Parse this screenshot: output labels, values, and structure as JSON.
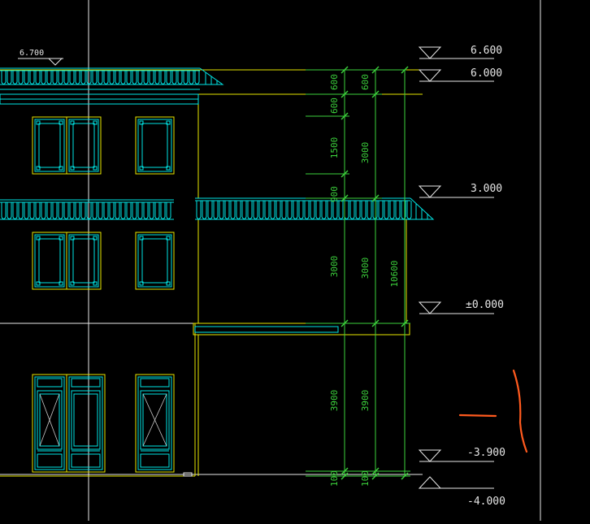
{
  "colors": {
    "background": "#000000",
    "line_white": "#e8e8e8",
    "line_yellow": "#e6e600",
    "line_green": "#3cd23c",
    "line_cyan": "#00e5e5",
    "line_orange": "#ff5a1e",
    "text_white": "#e6e6e6",
    "text_green": "#3cd23c",
    "text_yellow": "#e6e600"
  },
  "elevations": {
    "roof_top_left": "6.700",
    "ridge": "6.600",
    "eave_upper": "6.000",
    "eave_lower": "3.000",
    "ground": "±0.000",
    "basement_floor": "-3.900",
    "basement_bottom": "-4.000"
  },
  "dimensions": {
    "chain_inner": [
      "600",
      "600",
      "1500",
      "900",
      "3000",
      "3900",
      "100"
    ],
    "chain_middle": [
      "600",
      "3000",
      "3000",
      "3900",
      "100"
    ],
    "overall": "10600"
  },
  "icons": {
    "elevation_marker": "elevation-triangle-icon",
    "window": "window-frame-icon",
    "door": "door-panel-icon",
    "roof_tile": "roof-tile-icon"
  }
}
